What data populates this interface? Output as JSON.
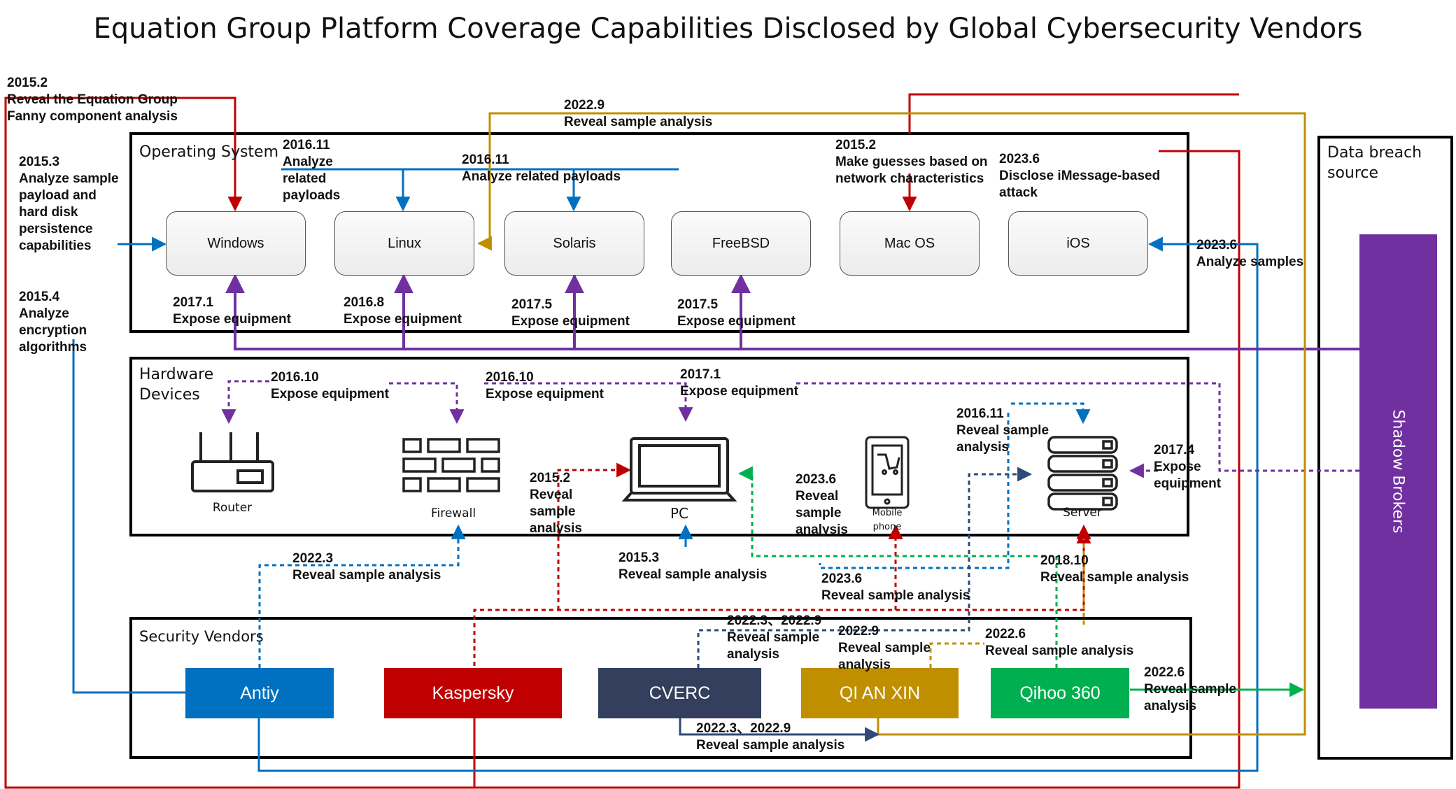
{
  "title": "Equation Group Platform Coverage Capabilities Disclosed by Global Cybersecurity Vendors",
  "sections": {
    "os": "Operating System",
    "hardware": "Hardware\nDevices",
    "vendors": "Security Vendors",
    "source": "Data breach\nsource"
  },
  "os_nodes": [
    "Windows",
    "Linux",
    "Solaris",
    "FreeBSD",
    "Mac OS",
    "iOS"
  ],
  "devices": [
    "Router",
    "Firewall",
    "PC",
    "Mobile\nphone",
    "Server"
  ],
  "vendors": [
    "Antiy",
    "Kaspersky",
    "CVERC",
    "QI AN XIN",
    "Qihoo 360"
  ],
  "shadow_brokers": "Shadow Brokers",
  "colors": {
    "antiy": "#0070c0",
    "kaspersky": "#c00000",
    "cverc": "#333f5c",
    "qianxin": "#bf8f00",
    "qihoo": "#00b050",
    "shadow": "#7030a0"
  },
  "labels": [
    "2015.2\nReveal the Equation Group\nFanny component analysis",
    "2015.3\nAnalyze sample\npayload and\nhard disk\npersistence\ncapabilities",
    "2015.4\nAnalyze\nencryption\nalgorithms",
    "2016.11\nAnalyze\nrelated\npayloads",
    "2016.11\nAnalyze related payloads",
    "2022.9\nReveal sample analysis",
    "2015.2\nMake guesses based on\nnetwork characteristics",
    "2023.6\nDisclose iMessage-based\nattack",
    "2023.6\nAnalyze samples",
    "2017.1\nExpose equipment",
    "2016.8\nExpose equipment",
    "2017.5\nExpose equipment",
    "2017.5\nExpose equipment",
    "2016.10\nExpose equipment",
    "2016.10\nExpose equipment",
    "2017.1\nExpose equipment",
    "2016.11\nReveal sample\nanalysis",
    "2017.4\nExpose\nequipment",
    "2015.2\nReveal\nsample\nanalysis",
    "2023.6\nReveal\nsample\nanalysis",
    "2022.3\nReveal sample analysis",
    "2015.3\nReveal sample analysis",
    "2023.6\nReveal sample analysis",
    "2018.10\nReveal sample analysis",
    "2022.3、2022.9\nReveal sample\nanalysis",
    "2022.9\nReveal sample\nanalysis",
    "2022.6\nReveal sample analysis",
    "2022.6\nReveal sample\nanalysis",
    "2022.3、2022.9\nReveal sample analysis"
  ]
}
